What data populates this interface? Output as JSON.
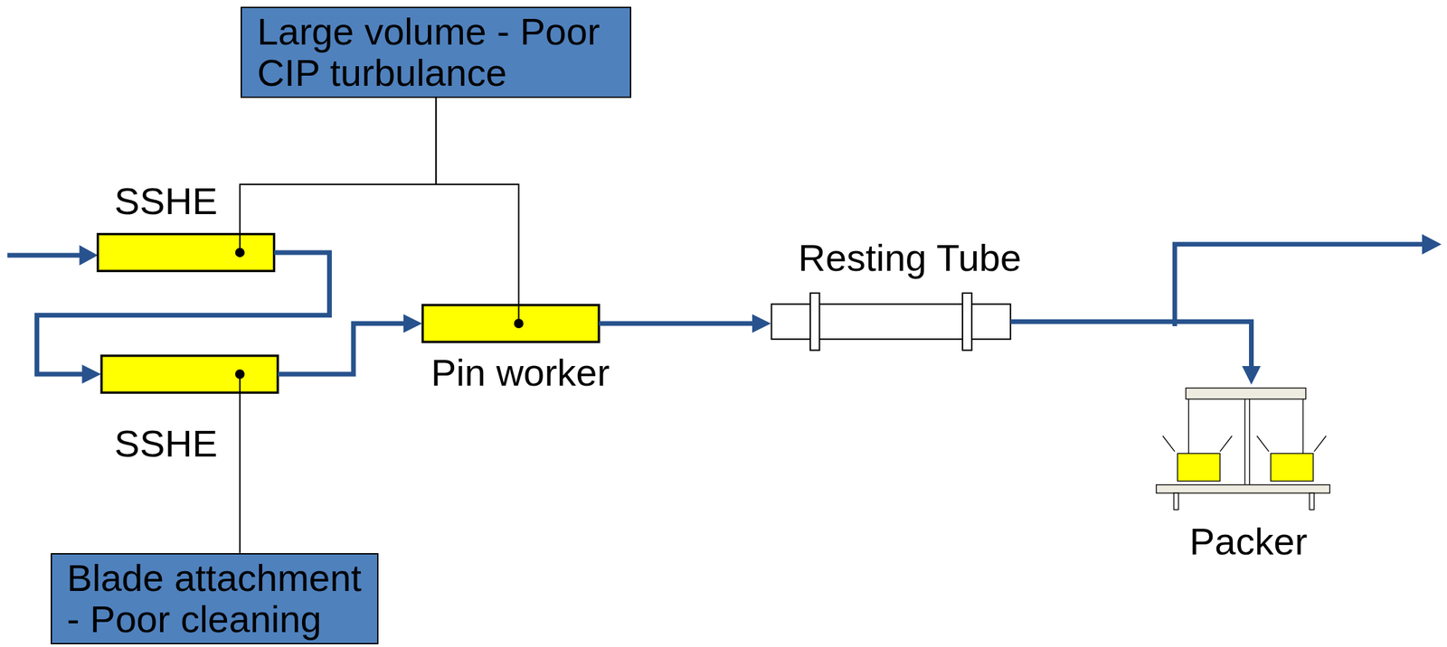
{
  "diagram": {
    "nodes": [
      {
        "text": [
          "Large volume - Poor CIP turbulance"
        ]
      },
      {
        "text": [
          "SSHE"
        ]
      },
      {
        "text": [
          "SSHE"
        ]
      },
      {
        "text": [
          "Pin worker"
        ]
      },
      {
        "text": [
          "Resting Tube"
        ]
      },
      {
        "text": [
          "Packer"
        ]
      },
      {
        "text": [
          "Blade attachment - Poor cleaning"
        ]
      }
    ],
    "edges": [
      {
        "from": 1,
        "to": 2,
        "arrow": "to"
      },
      {
        "from": 2,
        "to": 3,
        "arrow": "to"
      },
      {
        "from": 3,
        "to": 4,
        "arrow": "to"
      },
      {
        "from": 4,
        "to": 5,
        "arrow": "to"
      },
      {
        "from": 0,
        "to": 1,
        "arrow": "none"
      },
      {
        "from": 0,
        "to": 3,
        "arrow": "none"
      },
      {
        "from": 6,
        "to": 2,
        "arrow": "none"
      }
    ]
  }
}
